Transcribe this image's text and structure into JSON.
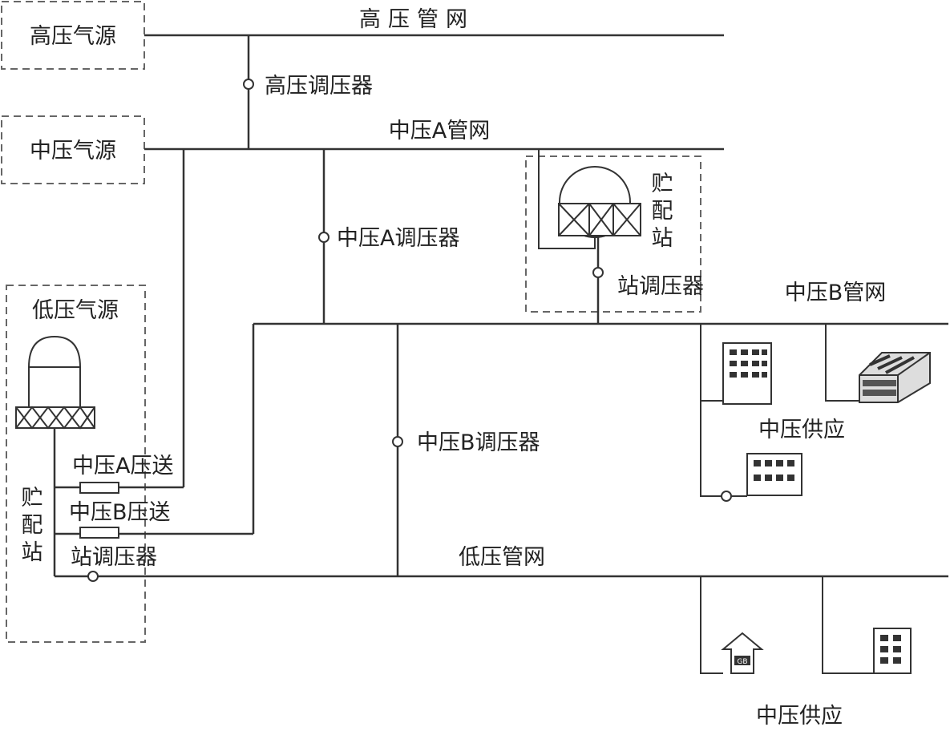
{
  "labels": {
    "high_source": "高压气源",
    "mid_source": "中压气源",
    "low_source": "低压气源",
    "high_network": "高压管网",
    "high_regulator": "高压调压器",
    "mid_a_network": "中压A管网",
    "mid_a_regulator": "中压A调压器",
    "storage_station_top": [
      "贮",
      "配",
      "站"
    ],
    "station_regulator_top": "站调压器",
    "mid_b_network": "中压B管网",
    "mid_b_regulator": "中压B调压器",
    "mid_supply_top": "中压供应",
    "storage_station_left": [
      "贮",
      "配",
      "站"
    ],
    "mid_a_send": "中压A压送",
    "mid_b_send": "中压B压送",
    "station_regulator_left": "站调压器",
    "low_network": "低压管网",
    "mid_supply_bottom": "中压供应",
    "house_sign": "GB"
  },
  "icons": [
    "gas-holder-icon",
    "storage-tank-icon",
    "office-building-icon",
    "factory-icon",
    "house-icon",
    "apartment-icon",
    "compressor-icon",
    "regulator-valve-icon"
  ]
}
